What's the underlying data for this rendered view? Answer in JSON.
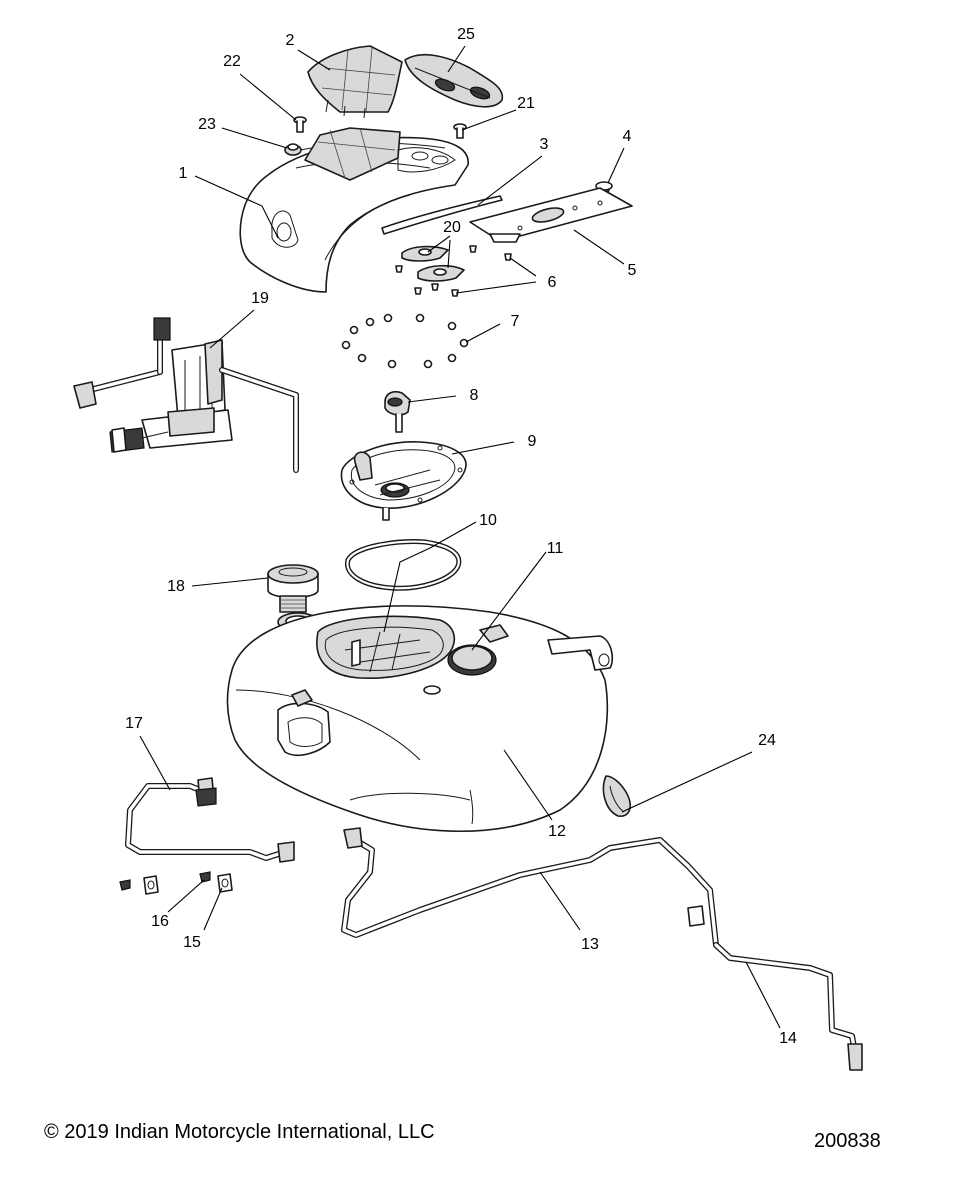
{
  "callouts": [
    {
      "id": "1",
      "label": "1"
    },
    {
      "id": "2",
      "label": "2"
    },
    {
      "id": "3",
      "label": "3"
    },
    {
      "id": "4",
      "label": "4"
    },
    {
      "id": "5",
      "label": "5"
    },
    {
      "id": "6",
      "label": "6"
    },
    {
      "id": "7",
      "label": "7"
    },
    {
      "id": "8",
      "label": "8"
    },
    {
      "id": "9",
      "label": "9"
    },
    {
      "id": "10",
      "label": "10"
    },
    {
      "id": "11",
      "label": "11"
    },
    {
      "id": "12",
      "label": "12"
    },
    {
      "id": "13",
      "label": "13"
    },
    {
      "id": "14",
      "label": "14"
    },
    {
      "id": "15",
      "label": "15"
    },
    {
      "id": "16",
      "label": "16"
    },
    {
      "id": "17",
      "label": "17"
    },
    {
      "id": "18",
      "label": "18"
    },
    {
      "id": "19",
      "label": "19"
    },
    {
      "id": "20",
      "label": "20"
    },
    {
      "id": "21",
      "label": "21"
    },
    {
      "id": "22",
      "label": "22"
    },
    {
      "id": "23",
      "label": "23"
    },
    {
      "id": "24",
      "label": "24"
    },
    {
      "id": "25",
      "label": "25"
    }
  ],
  "footer": {
    "copyright": "© 2019 Indian Motorcycle International, LLC",
    "figure_id": "200838"
  }
}
